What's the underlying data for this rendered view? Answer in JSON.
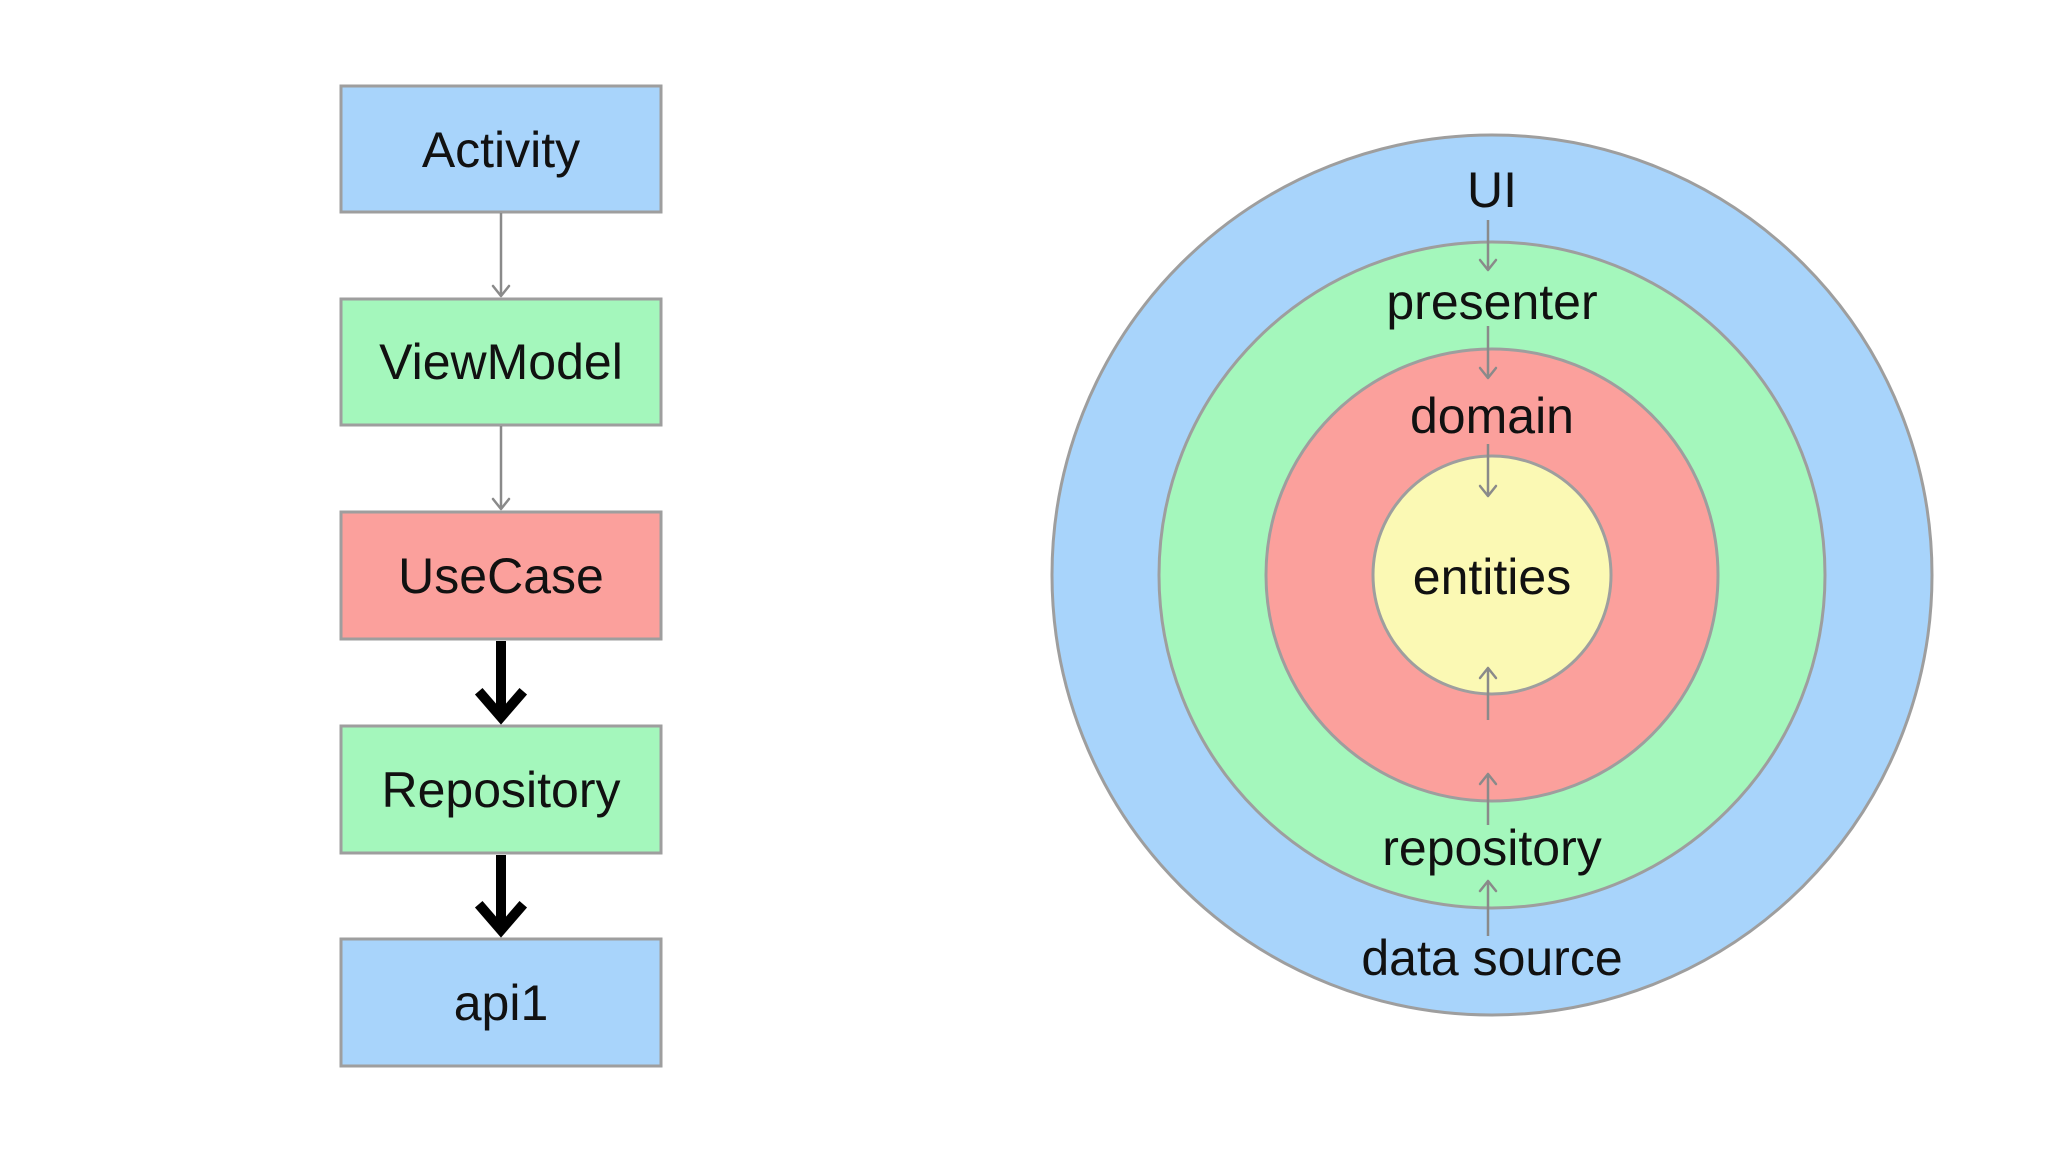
{
  "flow": {
    "boxes": [
      {
        "label": "Activity",
        "fill": "#a8d4fb"
      },
      {
        "label": "ViewModel",
        "fill": "#a4f7bc"
      },
      {
        "label": "UseCase",
        "fill": "#fba09c"
      },
      {
        "label": "Repository",
        "fill": "#a4f7bc"
      },
      {
        "label": "api1",
        "fill": "#a8d4fb"
      }
    ],
    "arrows": [
      "thin",
      "thin",
      "bold",
      "bold"
    ]
  },
  "rings": {
    "layers": [
      {
        "label": "UI",
        "fill": "#a8d4fb"
      },
      {
        "label": "presenter",
        "fill": "#a4f7bc"
      },
      {
        "label": "domain",
        "fill": "#fba09c"
      },
      {
        "label": "entities",
        "fill": "#fbf9b4"
      }
    ],
    "outer_labels": {
      "data_source": "data source",
      "repository": "repository"
    }
  }
}
